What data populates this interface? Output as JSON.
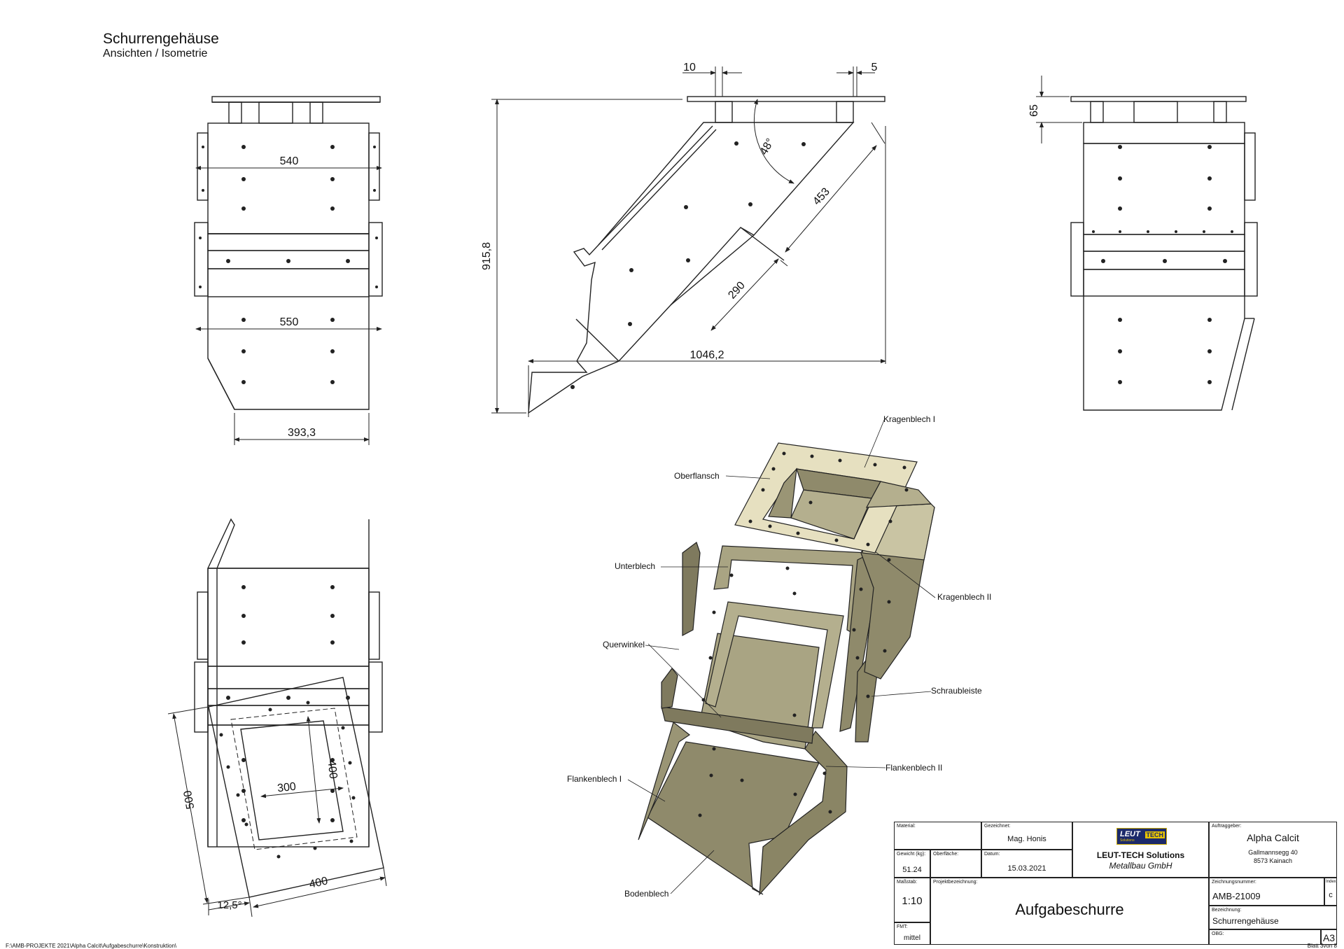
{
  "header": {
    "title": "Schurrengehäuse",
    "subtitle": "Ansichten / Isometrie"
  },
  "footer": {
    "path": "F:\\AMB-PROJEKTE 2021\\Alpha Calcit\\Aufgabeschurre\\Konstruktion\\",
    "sheet": "Blatt 3von 8"
  },
  "dimensions": {
    "front_width_top": "540",
    "front_width_mid": "550",
    "front_width_bottom": "393,3",
    "side_offset_left": "10",
    "side_offset_right": "5",
    "height": "915,8",
    "angle": "48°",
    "length_453": "453",
    "length_290": "290",
    "length_total": "1046,2",
    "flange_height": "65",
    "plate_500": "500",
    "plate_400_v": "400",
    "plate_300": "300",
    "plate_400_h": "400",
    "tilt_angle": "12,5°"
  },
  "callouts": {
    "kragenblech_1": "Kragenblech I",
    "oberflansch": "Oberflansch",
    "kragenblech_2": "Kragenblech II",
    "unterblech": "Unterblech",
    "querwinkel": "Querwinkel",
    "schraubleiste": "Schraubleiste",
    "flankenblech_1": "Flankenblech I",
    "flankenblech_2": "Flankenblech II",
    "bodenblech": "Bodenblech"
  },
  "title_block": {
    "material_label": "Material:",
    "gewicht_label": "Gewicht (kg):",
    "gewicht": "51.24",
    "oberflaeche_label": "Oberfläche:",
    "gezeichnet_label": "Gezeichnet:",
    "gezeichnet": "Mag. Honis",
    "datum_label": "Datum:",
    "datum": "15.03.2021",
    "logo_text_1": "LEUT",
    "logo_text_2": "TECH",
    "logo_small": "Solutions",
    "company_1": "LEUT-TECH Solutions",
    "company_2": "Metallbau GmbH",
    "auftraggeber_label": "Auftraggeber:",
    "auftraggeber": "Alpha Calcit",
    "address_1": "Gallmannsegg 40",
    "address_2": "8573 Kainach",
    "massstab_label": "Maßstab:",
    "massstab": "1:10",
    "projekt_label": "Projektbezeichnung:",
    "projekt": "Aufgabeschurre",
    "zeichnungsnummer_label": "Zeichnungsnummer:",
    "zeichnungsnummer": "AMB-21009",
    "index_label": "Index",
    "index": "c",
    "bezeichnung_label": "Bezeichnung:",
    "bezeichnung": "Schurrengehäuse",
    "fmt_label": "FMT:",
    "fmt": "mittel",
    "obg_label": "OBG:",
    "format": "A3"
  },
  "colors": {
    "sheet_metal": "#a9a483",
    "sheet_metal_dark": "#7f7a5e",
    "flange": "#e6e0c0",
    "line": "#222222"
  }
}
